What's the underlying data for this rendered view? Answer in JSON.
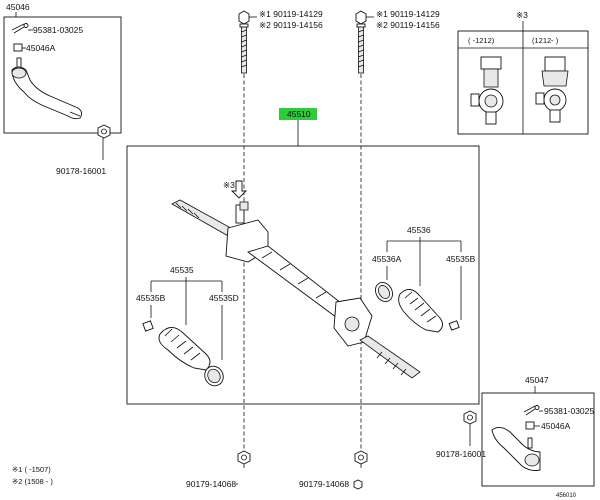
{
  "labels": {
    "tie_rod_left": "45046",
    "clip_left": "95381-03025",
    "end_left": "45046A",
    "nut_left": "90178-16001",
    "bolt_a_1": "※1 90119-14129",
    "bolt_a_2": "※2 90119-14156",
    "bolt_b_1": "※1 90119-14129",
    "bolt_b_2": "※2 90119-14156",
    "valve_ref": "※3",
    "valve_col1": "( -1212)",
    "valve_col2": "(1212- )",
    "rack_assy": "45510",
    "input_ref": "※3",
    "boot_right_kit": "45536",
    "clamp_right_a": "45536A",
    "clamp_right_b": "45535B",
    "boot_left_kit": "45535",
    "clamp_left_b": "45535B",
    "clamp_left_d": "45535D",
    "tie_rod_right": "45047",
    "clip_right": "95381-03025",
    "end_right": "45046A",
    "nut_right": "90178-16001",
    "nut_bottom_left": "90179-14068",
    "nut_bottom_mid": "90179-14068",
    "note_1": "※1 (      -1507)",
    "note_2": "※2 (1508 -      )",
    "diagram_id": "456010"
  },
  "colors": {
    "highlight": "#2ecc3a",
    "ink": "#111111"
  }
}
